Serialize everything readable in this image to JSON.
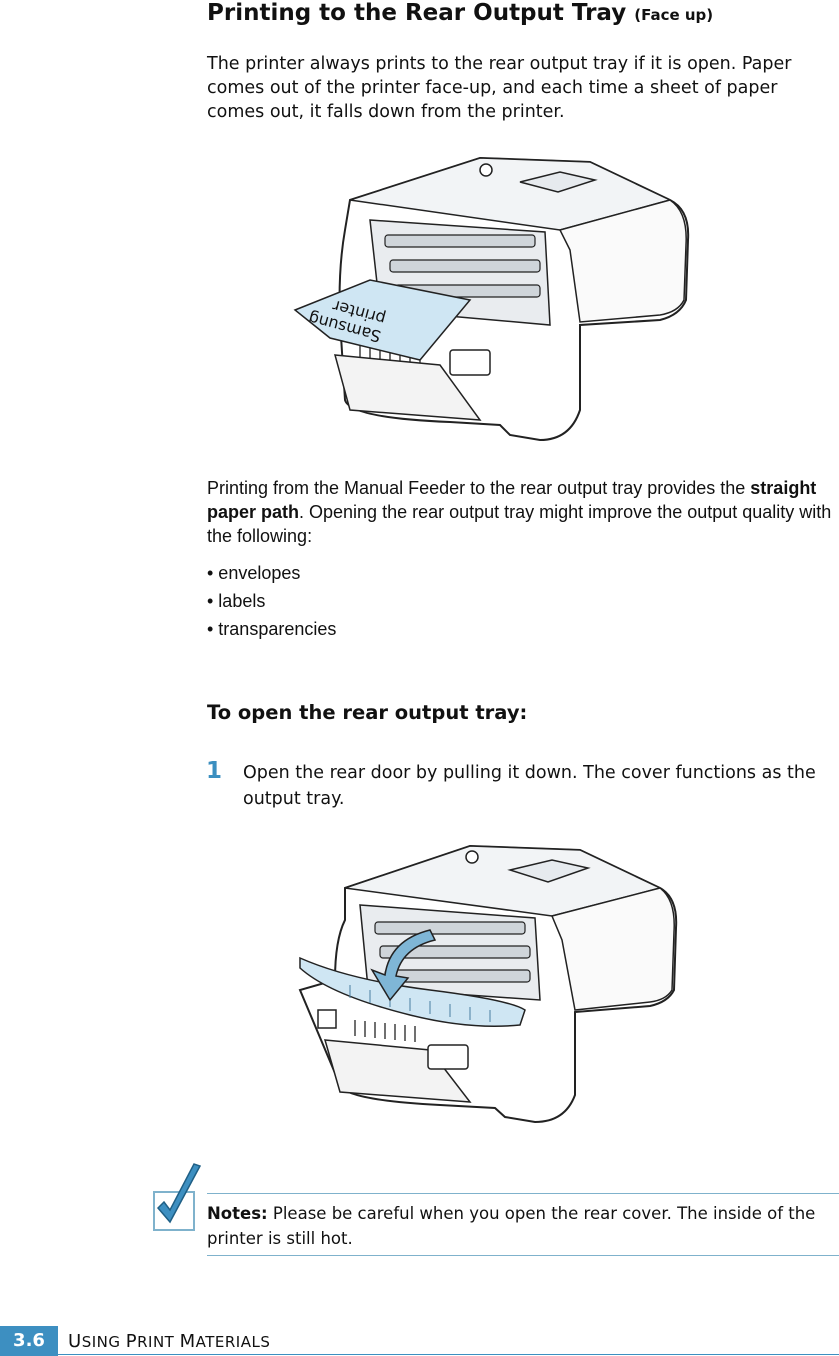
{
  "section": {
    "title": "Printing to the Rear Output Tray",
    "title_note": "(Face up)",
    "intro": "The printer always prints to the rear output tray if it is open. Paper comes out of the printer face-up, and each time a sheet of paper comes out, it falls down from the printer.",
    "figure1_paper_text_line1": "Samsung",
    "figure1_paper_text_line2": "printer",
    "para2_before": "Printing from the Manual Feeder to the rear output tray provides the ",
    "para2_bold": "straight paper path",
    "para2_after": ". Opening the rear output tray might improve the output quality with the following:",
    "bullets": [
      "• envelopes",
      "• labels",
      "• transparencies"
    ]
  },
  "procedure": {
    "heading": "To open the rear output tray:",
    "step1_number": "1",
    "step1_text": "Open the rear door by pulling it down. The cover functions as the output tray."
  },
  "note": {
    "label": "Notes:",
    "text": " Please be careful when you open the rear cover. The inside of the printer is still hot."
  },
  "footer": {
    "page_number": "3.6",
    "chapter_u": "U",
    "chapter_sing": "SING ",
    "chapter_p": "P",
    "chapter_rint": "RINT ",
    "chapter_m": "M",
    "chapter_aterials": "ATERIALS"
  },
  "colors": {
    "accent": "#3d8fc1",
    "tray_blue": "#cfe6f3"
  }
}
